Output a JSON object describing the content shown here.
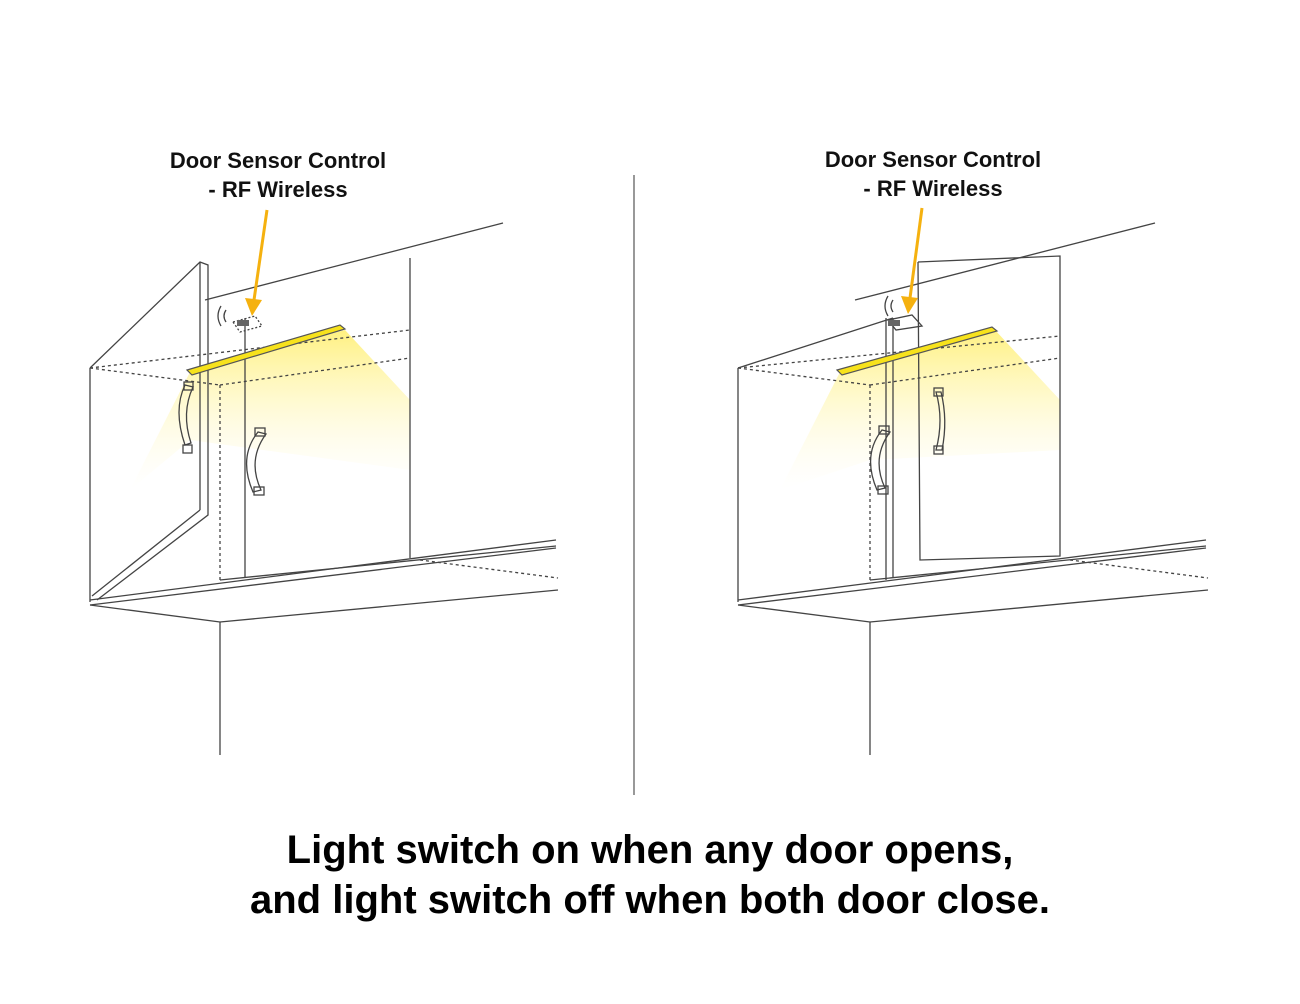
{
  "left_panel": {
    "label_line1": "Door Sensor Control",
    "label_line2": "- RF Wireless",
    "state": "one door open"
  },
  "right_panel": {
    "label_line1": "Door Sensor Control",
    "label_line2": "- RF Wireless",
    "state": "other door open"
  },
  "caption": {
    "line1": "Light switch on when any door opens,",
    "line2": "and light switch off when both door close."
  },
  "colors": {
    "arrow": "#f5b10f",
    "led": "#f7e21c",
    "light": "#fff4a0",
    "line": "#444444"
  }
}
